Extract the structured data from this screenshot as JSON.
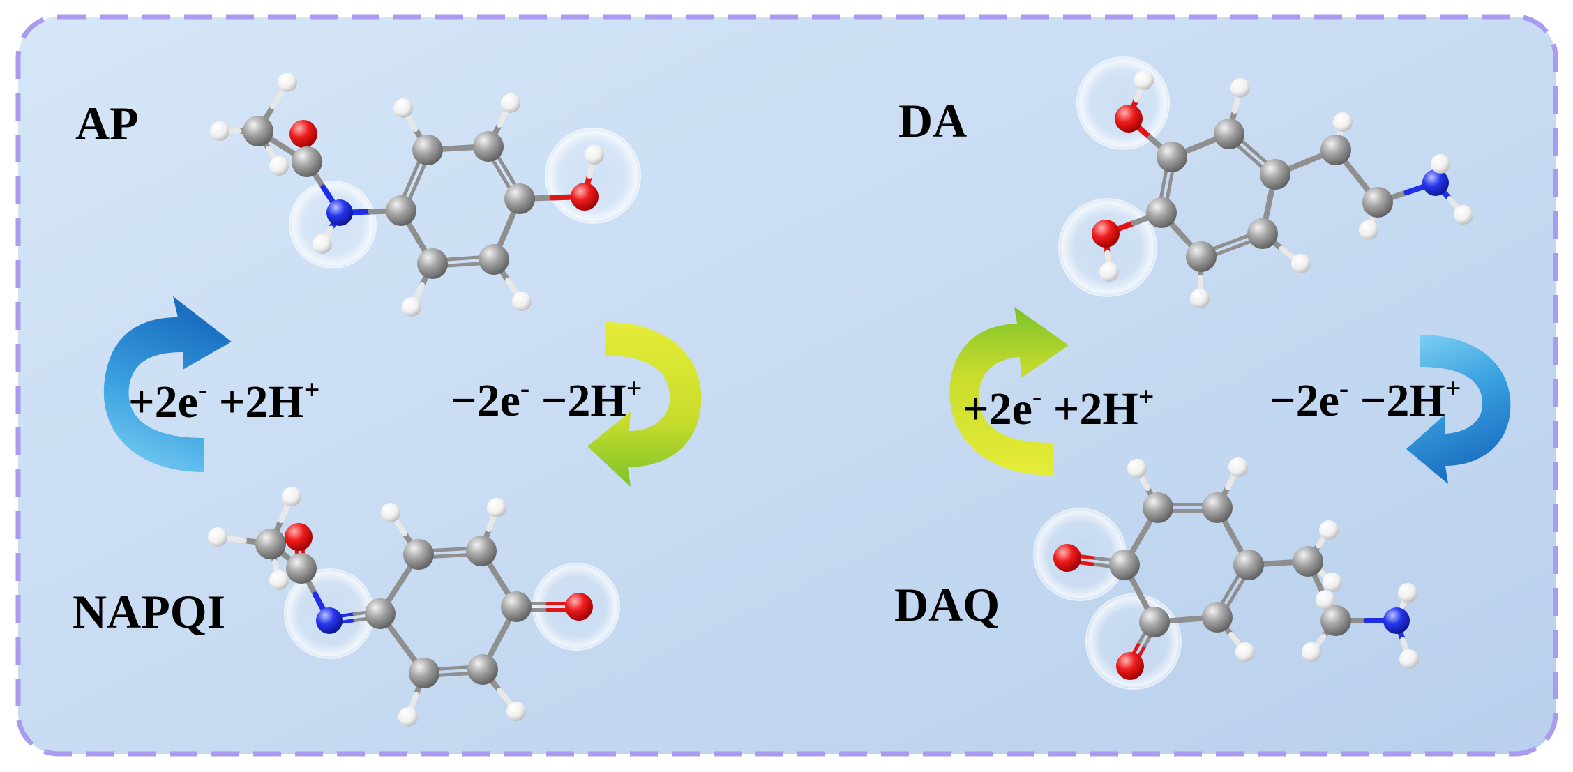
{
  "colors": {
    "panel_fill_left": "#d3e3f6",
    "panel_fill_right": "#bcd3ee",
    "dashed_border": "#a99bf0",
    "carbon": "#8f8f8f",
    "hydrogen": "#f4f4f4",
    "oxygen": "#e01515",
    "nitrogen": "#1e2fe6",
    "arrow_blue": "#2f93d9",
    "arrow_yellow_green": "#c7dc2c"
  },
  "molecules": {
    "ap": "AP",
    "napqi": "NAPQI",
    "da": "DA",
    "daq": "DAQ"
  },
  "reactions": {
    "left_reduction": {
      "main": "+2e",
      "sup1": "-",
      "mid": " +2H",
      "sup2": "+"
    },
    "left_oxidation": {
      "main": "−2e",
      "sup1": "-",
      "mid": " −2H",
      "sup2": "+"
    },
    "right_reduction": {
      "main": "+2e",
      "sup1": "-",
      "mid": " +2H",
      "sup2": "+"
    },
    "right_oxidation": {
      "main": "−2e",
      "sup1": "-",
      "mid": " −2H",
      "sup2": "+"
    }
  }
}
